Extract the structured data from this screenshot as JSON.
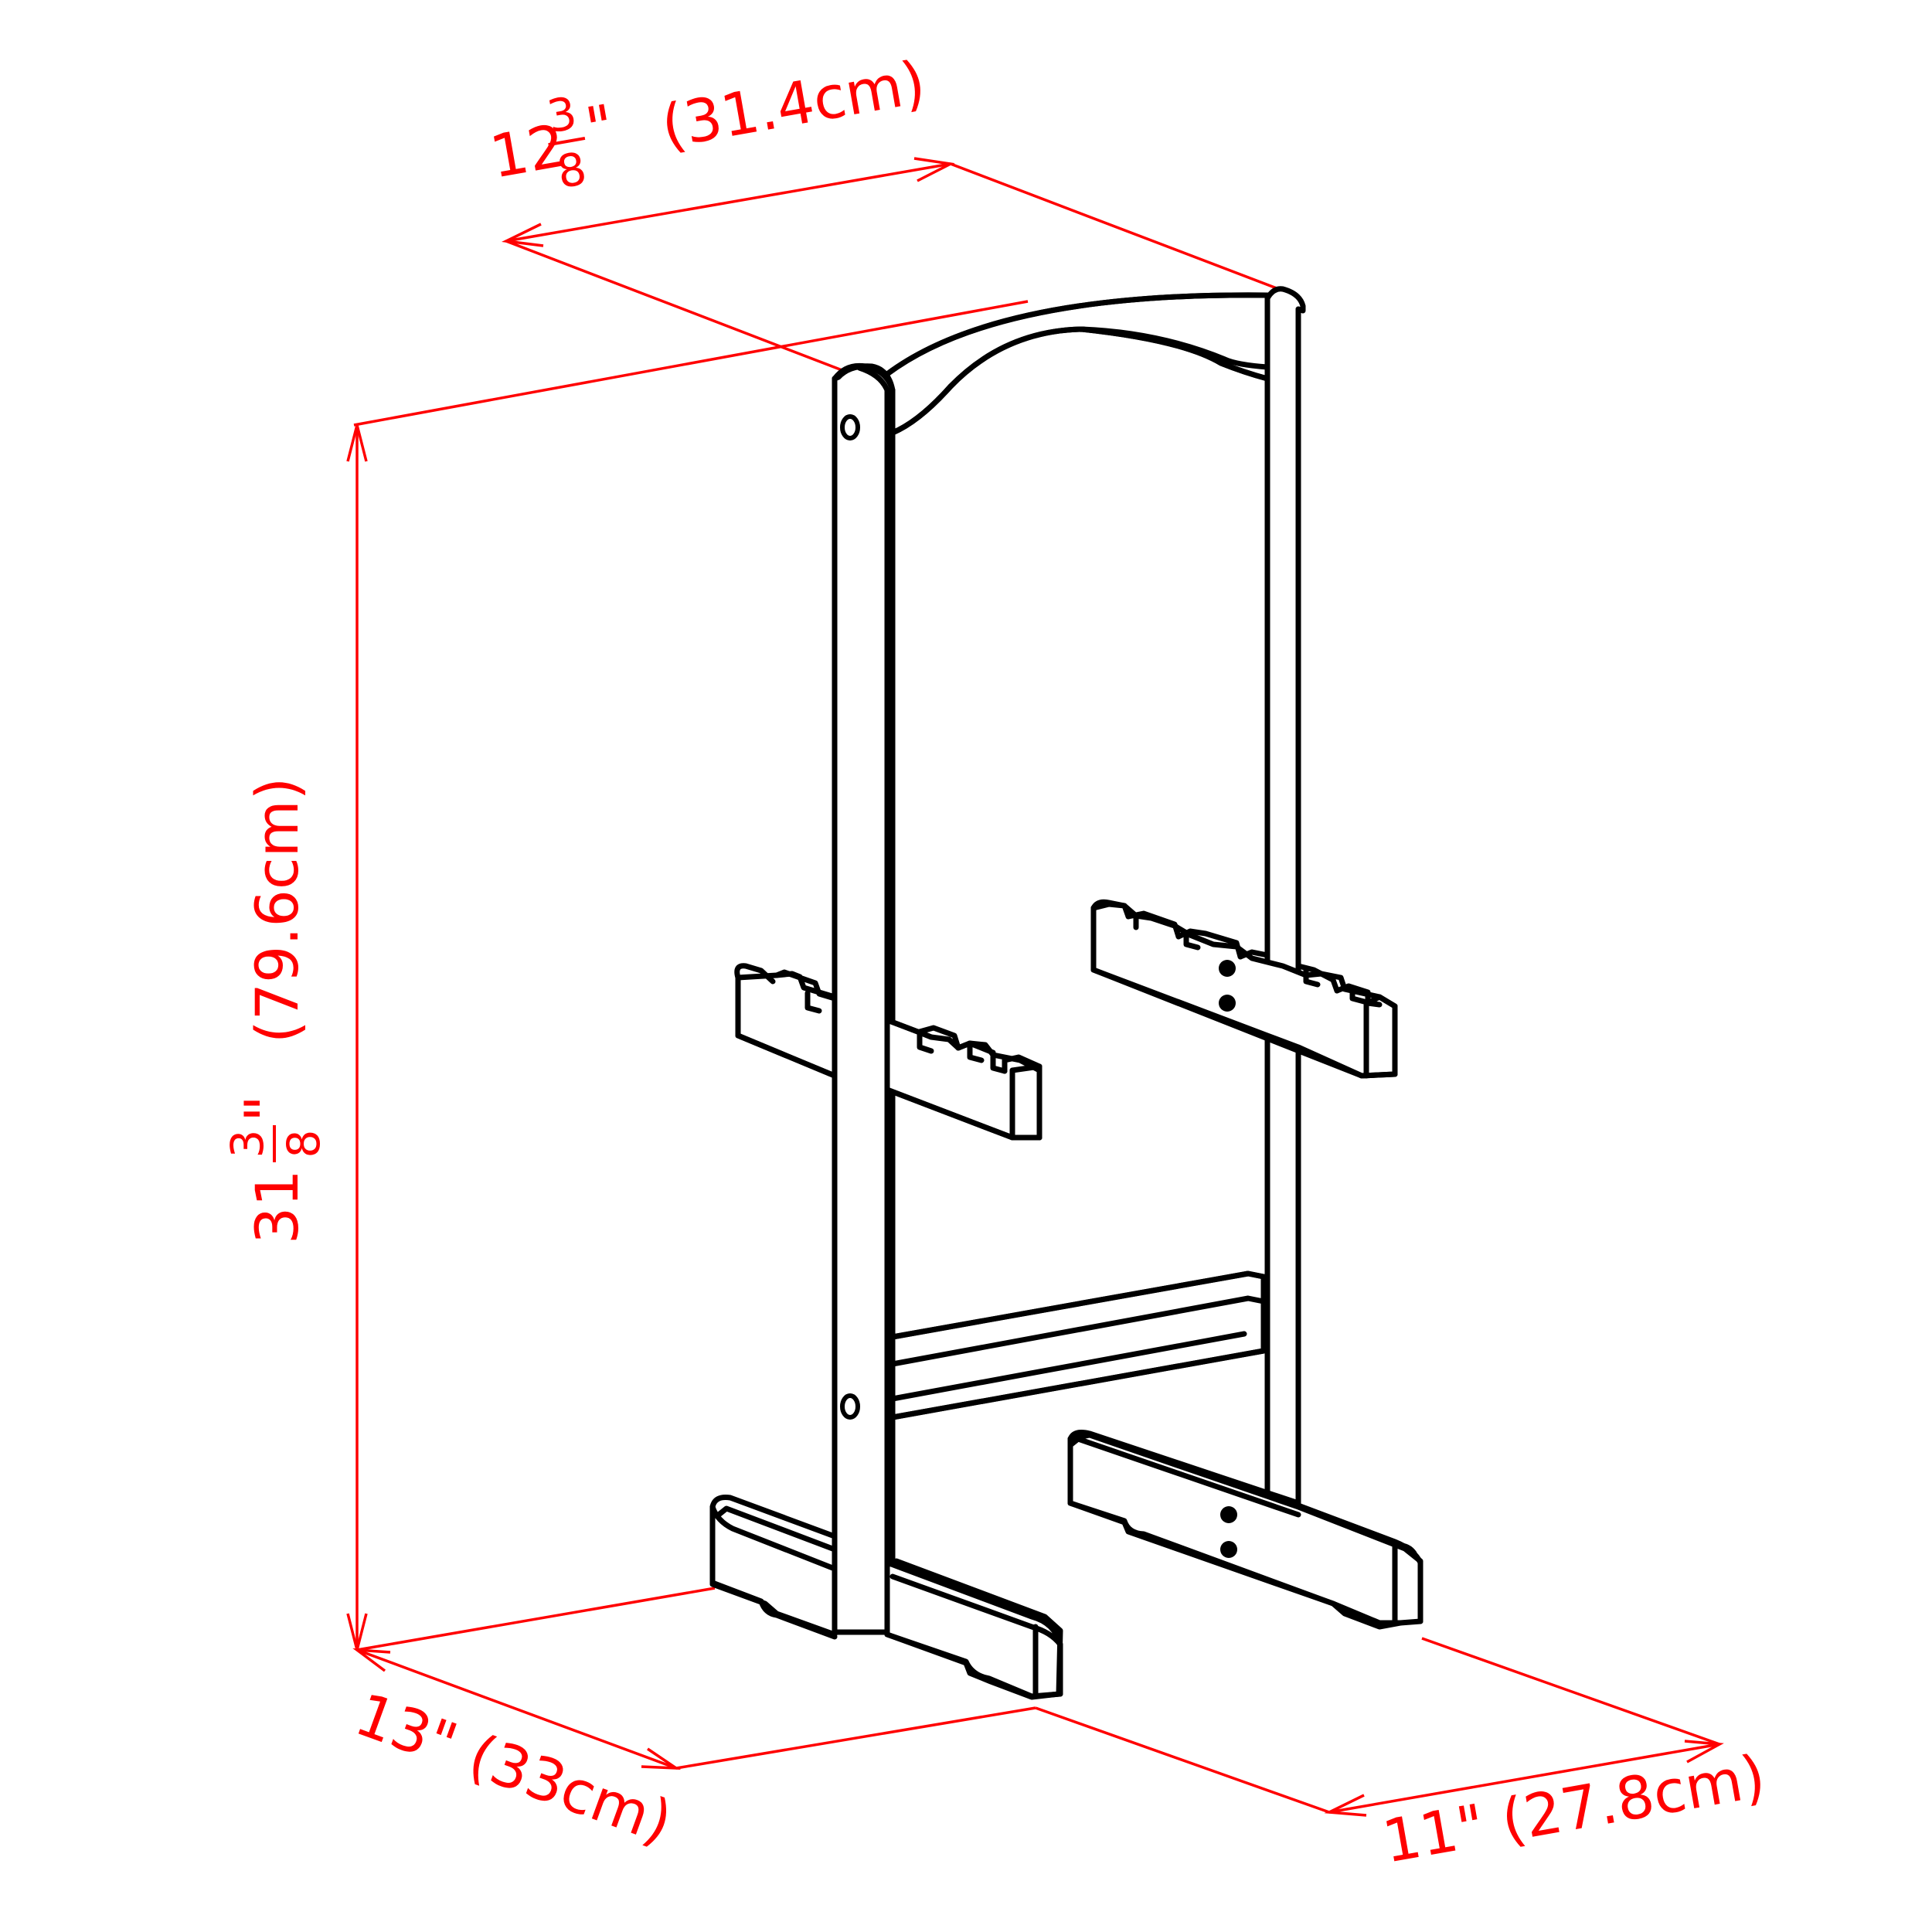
{
  "dimensions": {
    "width": {
      "whole": "12",
      "num": "3",
      "den": "8",
      "unit": "\"",
      "metric": "(31.4cm)"
    },
    "height": {
      "whole": "31",
      "num": "3",
      "den": "8",
      "unit": "\"",
      "metric": "(79.6cm)"
    },
    "base_length": {
      "label": "13\" (33cm)"
    },
    "base_depth": {
      "label": "11\"  (27.8cm)"
    }
  },
  "colors": {
    "dimension": "#ff0000",
    "outline": "#000000"
  }
}
